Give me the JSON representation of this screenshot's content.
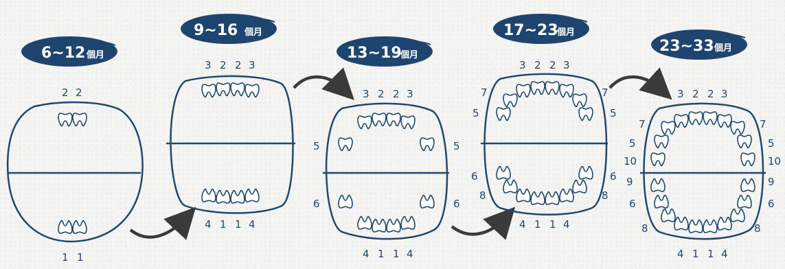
{
  "stages": [
    {
      "label_range": "6~12",
      "label_unit": "個月",
      "top_numbers": [
        "2",
        "2"
      ],
      "bottom_numbers": [
        "1",
        "1"
      ],
      "left_numbers": [],
      "right_numbers": []
    },
    {
      "label_range": "9~16",
      "label_unit": "個月",
      "top_numbers": [
        "3",
        "2",
        "2",
        "3"
      ],
      "bottom_numbers": [
        "4",
        "1",
        "1",
        "4"
      ],
      "left_numbers": [],
      "right_numbers": []
    },
    {
      "label_range": "13~19",
      "label_unit": "個月",
      "top_numbers": [
        "3",
        "2",
        "2",
        "3"
      ],
      "bottom_numbers": [
        "4",
        "1",
        "1",
        "4"
      ],
      "left_numbers": [
        "5",
        "6"
      ],
      "right_numbers": [
        "5",
        "6"
      ]
    },
    {
      "label_range": "17~23",
      "label_unit": "個月",
      "top_numbers": [
        "3",
        "2",
        "2",
        "3"
      ],
      "bottom_numbers": [
        "4",
        "1",
        "1",
        "4"
      ],
      "left_numbers": [
        "7",
        "5",
        "6",
        "8"
      ],
      "right_numbers": [
        "7",
        "5",
        "6",
        "8"
      ]
    },
    {
      "label_range": "23~33",
      "label_unit": "個月",
      "top_numbers": [
        "3",
        "2",
        "2",
        "3"
      ],
      "bottom_numbers": [
        "4",
        "1",
        "1",
        "4"
      ],
      "left_numbers": [
        "7",
        "5",
        "10",
        "9",
        "6",
        "8"
      ],
      "right_numbers": [
        "7",
        "5",
        "10",
        "9",
        "6",
        "8"
      ]
    }
  ],
  "colors": {
    "ink": "#1f4770",
    "badge": "#1d4570",
    "arrow": "#3a3a3a"
  }
}
